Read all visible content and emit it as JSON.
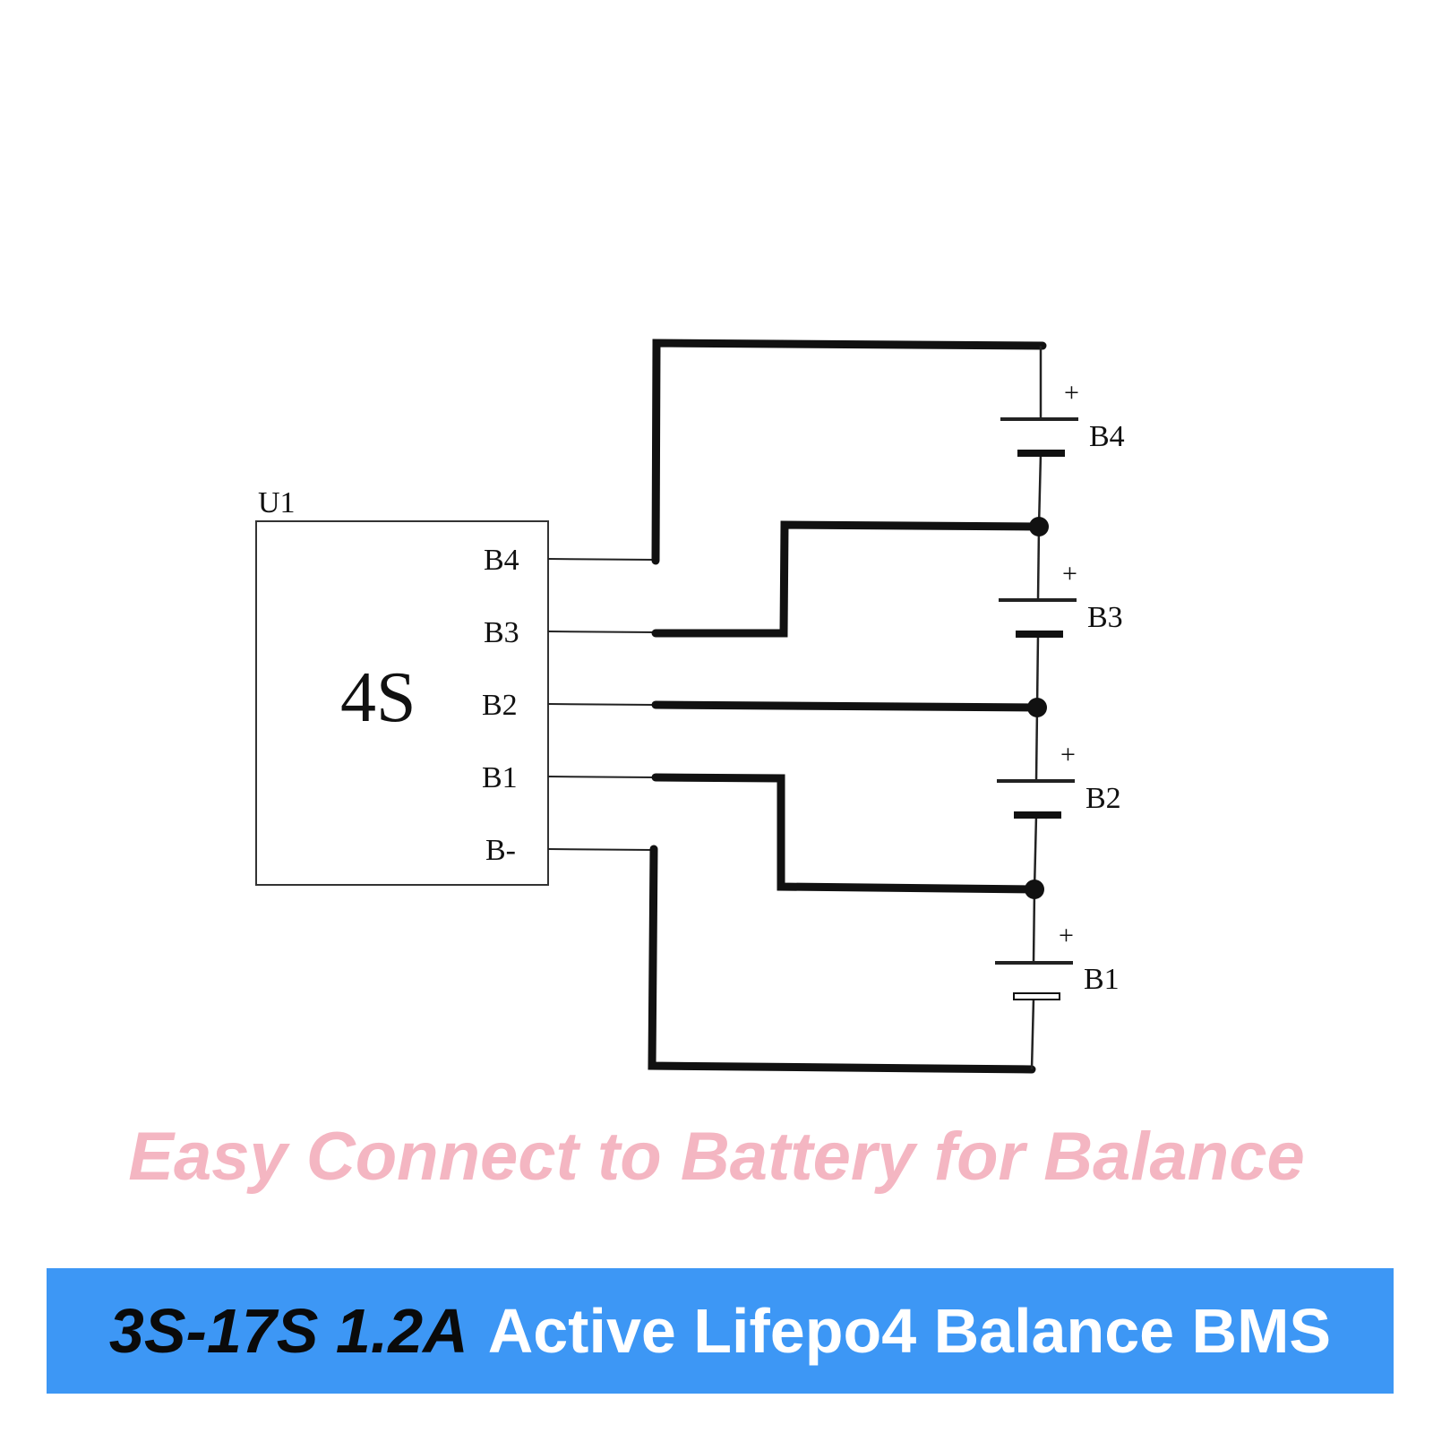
{
  "diagram": {
    "module": {
      "designator": "U1",
      "center_label": "4S",
      "pins": [
        "B4",
        "B3",
        "B2",
        "B1",
        "B-"
      ]
    },
    "cells": [
      {
        "label": "B4",
        "polarity": "+"
      },
      {
        "label": "B3",
        "polarity": "+"
      },
      {
        "label": "B2",
        "polarity": "+"
      },
      {
        "label": "B1",
        "polarity": "+"
      }
    ]
  },
  "tagline": "Easy Connect to Battery for Balance",
  "banner": {
    "spec": "3S-17S 1.2A",
    "description": "Active Lifepo4 Balance BMS"
  },
  "colors": {
    "tagline": "#f4b6c2",
    "banner_bg": "#3d97f5",
    "banner_spec": "#0a0a0a",
    "banner_desc": "#ffffff"
  }
}
